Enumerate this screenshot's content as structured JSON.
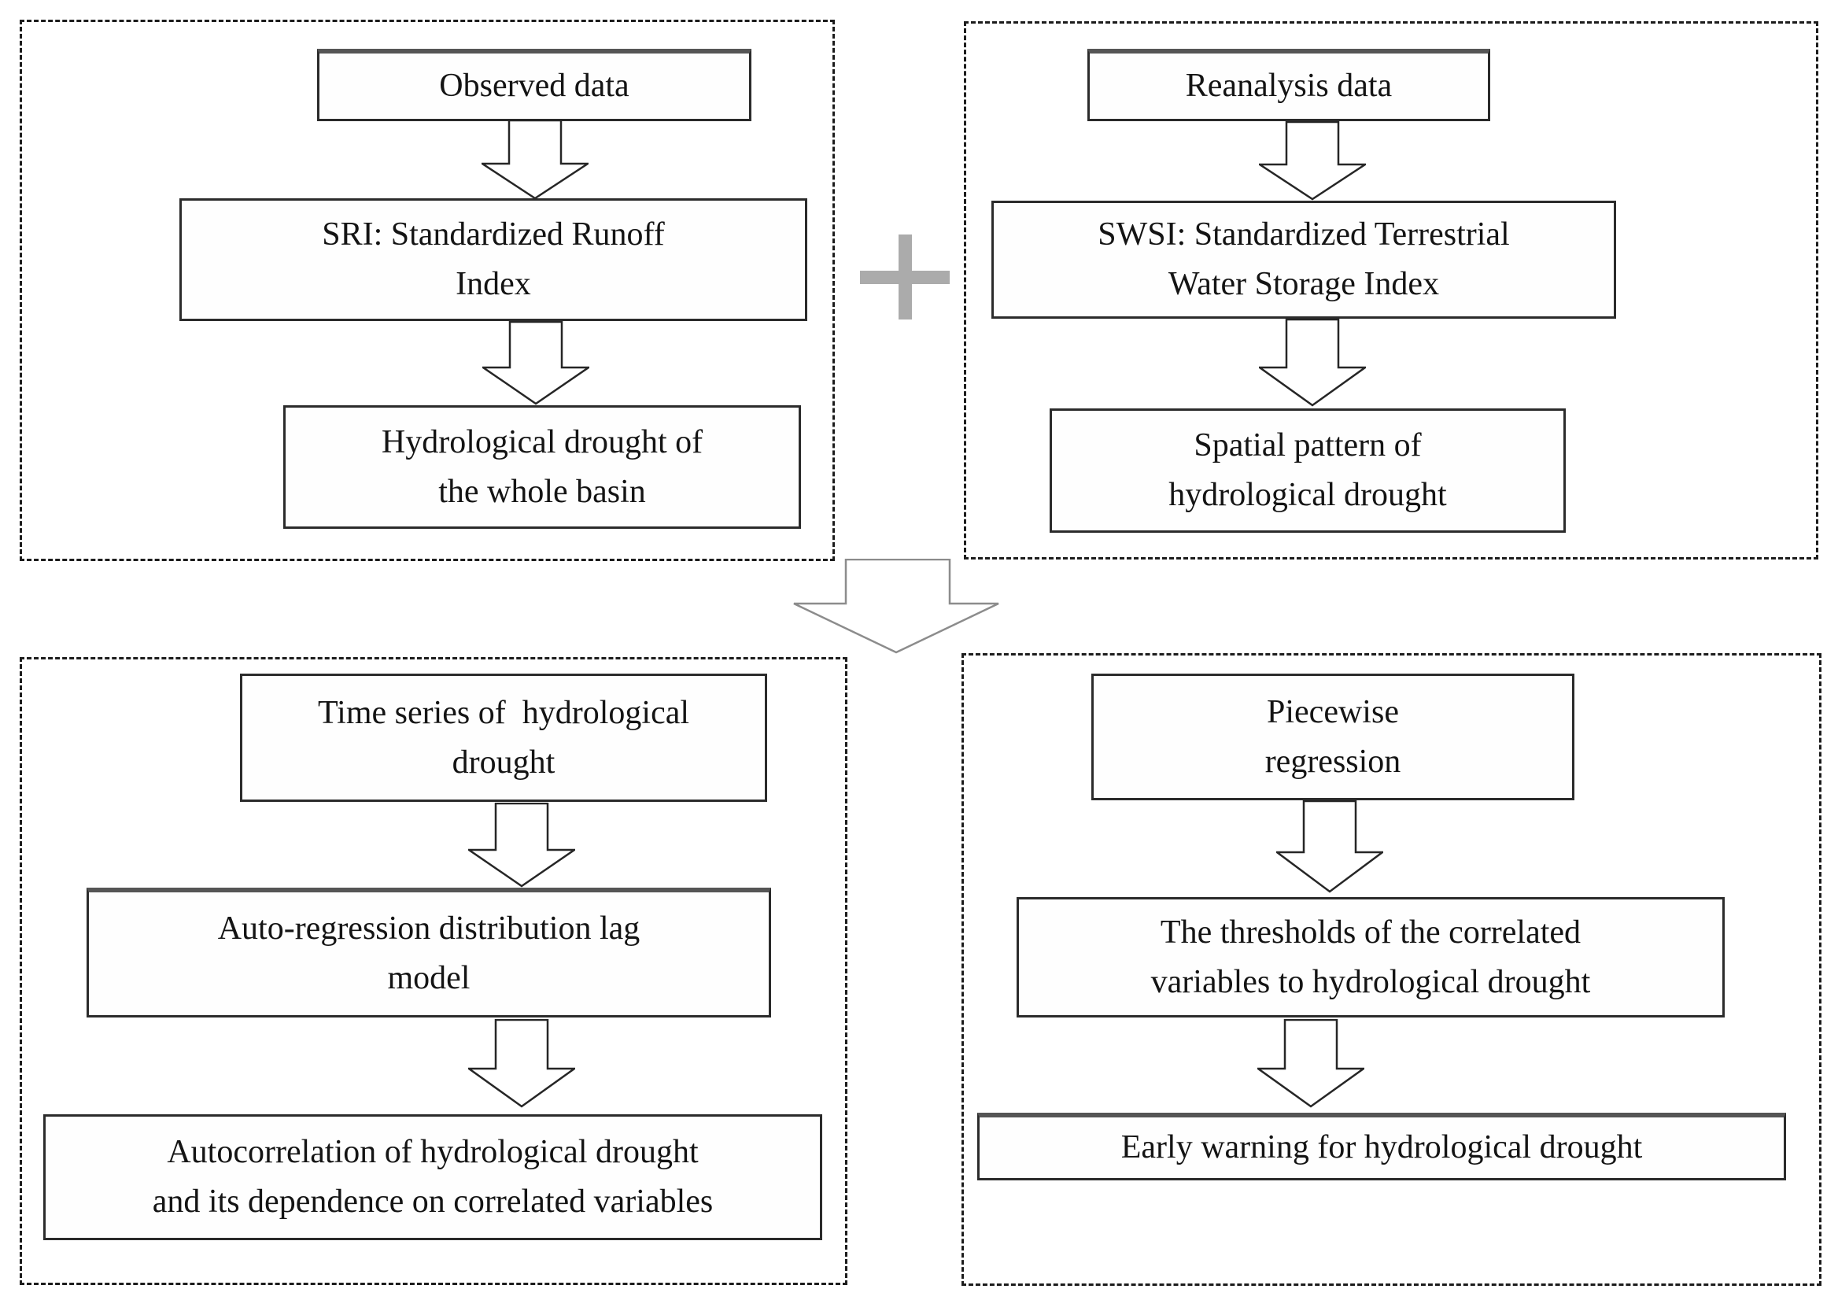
{
  "diagram": {
    "panels": {
      "top_left": {
        "name": "observed-data-branch",
        "boxes": {
          "observed": "Observed data",
          "sri": "SRI: Standardized Runoff\nIndex",
          "hydro": "Hydrological drought of\nthe whole basin"
        }
      },
      "top_right": {
        "name": "reanalysis-data-branch",
        "boxes": {
          "reanalysis": "Reanalysis data",
          "swsi": "SWSI: Standardized Terrestrial\nWater Storage Index",
          "spatial": "Spatial pattern of\nhydrological drought"
        }
      },
      "bottom_left": {
        "name": "time-series-branch",
        "boxes": {
          "time_series": "Time series of  hydrological\ndrought",
          "ardl": "Auto-regression distribution lag\nmodel",
          "autocorr": "Autocorrelation of hydrological drought\nand its dependence on correlated variables"
        }
      },
      "bottom_right": {
        "name": "piecewise-branch",
        "boxes": {
          "piecewise": "Piecewise\nregression",
          "thresholds": "The thresholds of the correlated\nvariables to hydrological drought",
          "early_warning": "Early warning for hydrological drought"
        }
      }
    },
    "operators": {
      "plus": "+"
    },
    "colors": {
      "background": "#ffffff",
      "text": "#141414",
      "box_border": "#2b2b2b",
      "dashed_border": "#1c1c1c",
      "plus_gray": "#ababab",
      "big_arrow_outline": "#8c8c8c",
      "small_arrow_outline": "#262626"
    }
  }
}
